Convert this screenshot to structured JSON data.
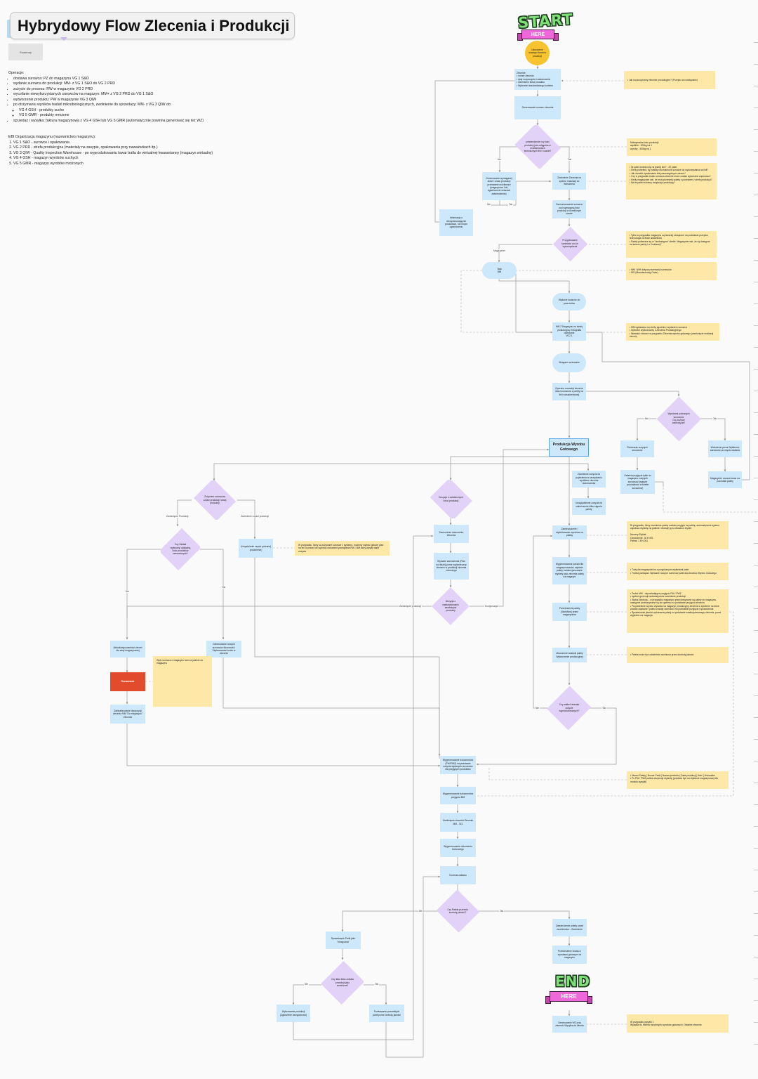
{
  "title": "Hybrydowy Flow Zlecenia i Produkcji",
  "tag": "Roadmap",
  "ops_heading": "Operacje:",
  "ops": [
    "dostawa surowca: PZ do magazynu VG 1 S&O",
    "wydanie surowca do produkcji: MM- z VG 1 S&O do VG 2 PRD",
    "zużycie do procesu: RW w magazynie VG 2 PRD",
    "wycofanie niewykorzystanych surowców na magazyn: MM+ z VG 2 PRD do VG 1 S&O",
    "wytworzenie produktu: PW w magazynie VG 3 QIW",
    "po otrzymaniu wyników badań mikrobiologicznych, zwolnienie do sprzedaży: MM- z VG 3 QIW do:",
    "sprzedaż i wysyłka: faktura magazynowa z VG 4 GSH lub VG 5 GMR (automatycznie powinna generować się też WZ)"
  ],
  "ops_sub": [
    "VG 4 GSH - produkty suche",
    "VG 5 GMR - produkty mrożone"
  ],
  "wh_heading": "EBI Organizacja magazynu (nazewnictwo magazynu):",
  "wh": [
    "VG 1 S&O - surowce i opakowania",
    "VG 2 PRD - strefa produkcyjna (materiały na zasypie, opakowania przy naważarkach itp.)",
    "VG 3 QIW - Quality Inspection Warehouse - po wyprodukowaniu towar trafia do wirtualnej kwarantanny (magazyn wirtualny)",
    "VG 4 GSH - magazyn wyrobów suchych",
    "VG 5 GMR - magazyn wyrobów mrożonych"
  ],
  "start_word": "START",
  "start_ribbon": "HERE",
  "end_word": "END",
  "end_ribbon": "HERE",
  "start_circle": "Utworzenie nowego zlecenia produkcji",
  "nodes": {
    "n1": "Zlecenie:\n• numer zlecenia\n• daty rozpoczęcia i zakończenia\n• Określenie ilości produktu\n• Wybranie standardowego kontenu",
    "n2": "Generowanie numeru zlecenia",
    "d1": "potwierdzenie czy ilość produkcji jest osiągalna w możliwościach technicznych linii i czasie?",
    "n3": "Generowanie wymaganej ilości i czasu produkcji przerwanie możliwości (magazynów, linii, ograniczenie czasowe zatwierdzenia)",
    "n4": "Zwolnienie Zlecenia na system realizacji do Wdrożenia",
    "n5": "Zarezerwowanie surowca pod wymaganą ilość produkcji w określonym czasie",
    "n6": "Informacja o niewystarczających produktach, lub innym ograniczeniu",
    "d2": "Przygotowanie kontekstu do ich wykorzystania",
    "n7": "Task\nMM",
    "n8": "Wydanie towarów do przerzutów",
    "n9": "MM Z Magazynu na strefę produkcyjną i fotografia odebrania\nVG2 1",
    "n10": "Wstępne sortowanie",
    "n11": "Operator rozważył zlecenie ilości surowców z palety na linii rozsadzeniowej",
    "d3": "Wyrobami pobranych surowców\nCzy zużycie zamknięcia?",
    "n12": "Pobieranie zużytych surowców",
    "n13": "Wdrożenie przez Wybitność surowców po użyciu zadania",
    "n14": "Ostatnia przyjęcie tyłek do magazynu zużytych surowców (wyjęcie pozostałości w strefie surowców)",
    "n15": "Wpis surowca z magazynu tam na palecie do magazynu",
    "n16": "Magazynier zwraca towar na pozostałe palety",
    "prod": "Produkcja Wyrobu Gotowego",
    "n17": "Zwolnienie zużycia do pojawienia w zarządzaniu wynikiem zlecenia dokończenia",
    "n18": "Uwzględnienie zużycia na zakończenie kilku stępnia palety",
    "d4": "Zużyciem surowców części produkcji nowej produkcji",
    "d5": "Czy Zakład wytworzył dokładną ilość produktów zamówionych?",
    "n19": "Uzupełnienie części pobranej (zwolnienie)",
    "n20": "Aktualizacja wartości zleceń dla sesji magazynowej",
    "n21": "Generowanie nowych surowców dla zwrotu i Zaplanowanie kroku w zlecenie",
    "red": "Rozważanie",
    "n22": "Zaktualizowanie dyspozycji zlecenia MM \"Do magazynu\" Zlecenie",
    "d6": "Decyzja o ostatecznych ilości produkcji",
    "n23": "Zamrożenie dokumentu Zlecenia",
    "n24": "Wydanie zamówienia (Plan na dłużej) przez wydanie przy zleceniu w produkcji zlecenia roboczego",
    "d7": "Decyzja o zaakceptowaniu zamknięcia produkcji",
    "n25": "Zamieszczenie / etykietowanie wyrobów na paletę",
    "n26": "Wygenerowanie paczki dla magazynowania i etykieta palety ewidencjonowanie etykiety jako zlecenia palety na magazyn",
    "n27": "Przeniesienie palety (Workflow) przez magazyniera",
    "n28": "Utworzenie wstawki palety Wytworzenie produkcyjnej",
    "d8": "Czy zakład ukazało zużycie wyprodukowanych?",
    "n29": "Wygenerowanie dokumentów (PW/PWZ) na podstawie zużycia wydanych surowców dla przyjętych produktów",
    "n30": "Wygenerowanie dokumentów przyjęcia MM",
    "n31": "Zamknięcie zlecenia Zlecenie MM - 321",
    "n32": "Wygenerowanie dokumentu końcowego",
    "n33": "Kontrola zakładu",
    "d9": "Czy Paleta przeszła kontrolę jakości?",
    "n34": "Sprawdzanie Partii jako \"niezgodna\"",
    "n35": "Zatwierdzenie palety przed zwolnieniem - Zwolnienie",
    "n36": "Przeniesienie towaru z wyrobami gotowymi do magazynu",
    "d10": "Czy taka ilość została produkcji jako zwolniona?",
    "n37": "Utylizowanie produkcji (Zgłoszenie niezgodności)",
    "n38": "Przekazanie pozostałych partii przez kontrolę jakości",
    "n39": "Generowanie WZ przy zleceniu Wysyłka do klienta"
  },
  "notes": {
    "q1": "• Jak rozpoczynamy zlecenie produkcyjne? (Przepis na rozwiązanie)",
    "q2": "Maksymalna ilość produkcji:\nwędlinki - 200kg na 1\nwyroby - 400kg na 1",
    "q3": "• Ile palet zmieści się na jednej linii? - 20 palet\n• Kiedy potrzeba, by zostały uruchomione surowce do wykorzystania na linii?\n• Jak określić opakowanie dla poszczególnych zleceń?\n• Czy w przypadku braku surowca zlecenie może zostać wykonane częściowo?\n• Kiedy magazynier wie, że musi przenieść palety z powrotem z strefy produkcji?\n• Na ile palet możemy zwiększyć produkcję?",
    "q4": "• Tylko w przypadku magazynu są bardziej obciążone na podstawie przepisu technologa na liście składników\n• Palety pobierane są w \"niedostępne\" strefie. Magazynier wie, że są dostępne na terenie palety i w \"realizacji\"",
    "q5": "• WM / WH dotyczą rezerwacji surowców\n• MO (Manufacturing Order)",
    "q6": "• MM wydawana na strefę zgodnie z wydaniem surowca\n• Operator wylicza kartę z Zlecenia Produkcyjnego\n• Wartości robocze w przypadku Zlecenia wyrobu gotowego (zamknięcie realizacji zleceń)",
    "q7": "W przypadku, który są zużywane surowce z systemu, możemy wybrać gotowy plan na ten w prawo lub wycofać dokument przesyłania RW / MM który wysyła dane zużycia",
    "q8": "W przypadku, który zwolnienie palety zostało przyjęte na paletę, automatycznie system zaprasza etykietę na palecie i drukuje ją na drukarce etykiet\n\nNumery Etykiet:\nOznaczenie: 18 H 001\nPaleta: 1 EH-001",
    "q9": "• Tutaj dla magazynierów z przypisanymi etykietami palet\n• Trzeba pamiętać: Wpisanie nowych numerów palet dla zlecenia Wyrobu Gotowego",
    "q10": "• Zrobić MM - odpowiadające przyjęciu PW / PWZ\n• system generuje automatycznie zwolnienie produkcji\n• Status Wydruku - w przypadku magazynu przechowywane są palety do magazynu, następnie przekazywane są do systemu na podstawie przyjęcia zlecenia\n• Przydzielenie wyrobu wydania na magazyn produkcyjny zlecenia w systemie na które zostało zapisane i paleta zostaje zwolniona na podstawie przyjęcia i sprawdzenia\n• Sprawdzenie jakości wykonania palety na podstawie zaakceptowanego zlecenia, przed wyjściem na magazyn.",
    "q11": "• Paleta może być oddzielnie zwolniona przez kontrolę jakości",
    "q12": "• Numer Palety | Numer Partii | Nazwa produktu | Data produkcji | Ilość | Jednostka\n• Po PW / PWZ paleta otrzymuje etykietę (powinna być na etykiecie magazynowej dla modułu wysyłki)",
    "q13": "W przypadku wysyłki 1\nWysyłka do Klienta mrożonych wyrobów gotowych i Ostatnie zlecenia"
  },
  "labels": {
    "nie": "Nie",
    "tak": "Tak",
    "magazyn": "Magazynier",
    "zamk": "Zamknięcie Produkcji",
    "zwroty": "Zwolnienie części produkcji",
    "zamkprod": "Zamknięcie produkcji",
    "kontyn": "Kontynuacja"
  },
  "colors": {
    "node": "#cde7fb",
    "decision": "#e3d2f8",
    "note": "#fde8a8",
    "alert": "#e24b2b",
    "start": "#f7c42f",
    "ribbon": "#ef68d9",
    "connector": "#9a9a9a"
  }
}
